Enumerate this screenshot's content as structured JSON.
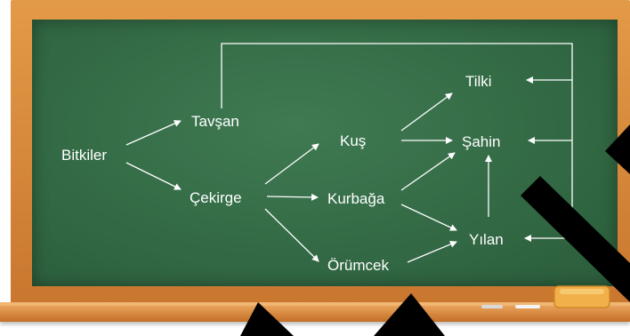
{
  "nodes": {
    "bitkiler": "Bitkiler",
    "tavsan": "Tavşan",
    "cekirge": "Çekirge",
    "kus": "Kuş",
    "kurbaga": "Kurbağa",
    "orumcek": "Örümcek",
    "tilki": "Tilki",
    "sahin": "Şahin",
    "yilan": "Yılan"
  },
  "edges": [
    [
      "bitkiler",
      "tavsan"
    ],
    [
      "bitkiler",
      "cekirge"
    ],
    [
      "cekirge",
      "kus"
    ],
    [
      "cekirge",
      "kurbaga"
    ],
    [
      "cekirge",
      "orumcek"
    ],
    [
      "kus",
      "tilki"
    ],
    [
      "kus",
      "sahin"
    ],
    [
      "kurbaga",
      "sahin"
    ],
    [
      "kurbaga",
      "yilan"
    ],
    [
      "orumcek",
      "yilan"
    ],
    [
      "yilan",
      "sahin"
    ],
    [
      "tavsan",
      "tilki"
    ],
    [
      "tavsan",
      "sahin"
    ],
    [
      "tavsan",
      "yilan"
    ]
  ],
  "colors": {
    "board": "#336a45",
    "frame": "#d8883a",
    "chalk": "#ffffff",
    "eraser": "#f2b04a"
  },
  "icons": {
    "eraser": "chalk-eraser-icon",
    "chalk": "chalk-stick-icon"
  }
}
